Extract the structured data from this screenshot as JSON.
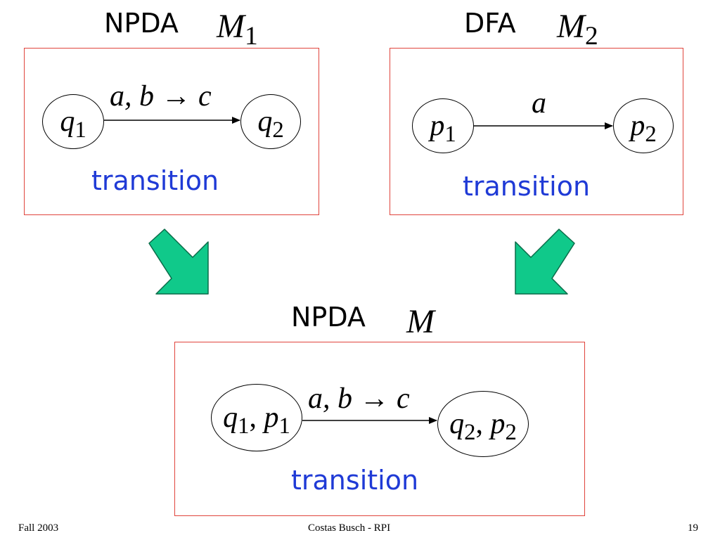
{
  "m1": {
    "type_label": "NPDA",
    "machine_symbol": "M",
    "machine_sub": "1",
    "state_from": {
      "sym": "q",
      "sub": "1"
    },
    "state_to": {
      "sym": "q",
      "sub": "2"
    },
    "edge_label": "a, b → c",
    "caption": "transition"
  },
  "m2": {
    "type_label": "DFA",
    "machine_symbol": "M",
    "machine_sub": "2",
    "state_from": {
      "sym": "p",
      "sub": "1"
    },
    "state_to": {
      "sym": "p",
      "sub": "2"
    },
    "edge_label": "a",
    "caption": "transition"
  },
  "m": {
    "type_label": "NPDA",
    "machine_symbol": "M",
    "state_from": {
      "a": "q",
      "a_sub": "1",
      "sep": ", ",
      "b": "p",
      "b_sub": "1"
    },
    "state_to": {
      "a": "q",
      "a_sub": "2",
      "sep": ", ",
      "b": "p",
      "b_sub": "2"
    },
    "edge_label": "a, b → c",
    "caption": "transition"
  },
  "colors": {
    "box_border": "#e0443c",
    "caption": "#1f3ad6",
    "arrow_fill": "#10c98a",
    "arrow_stroke": "#0a6b48"
  },
  "footer": {
    "left": "Fall 2003",
    "center": "Costas Busch - RPI",
    "right": "19"
  }
}
